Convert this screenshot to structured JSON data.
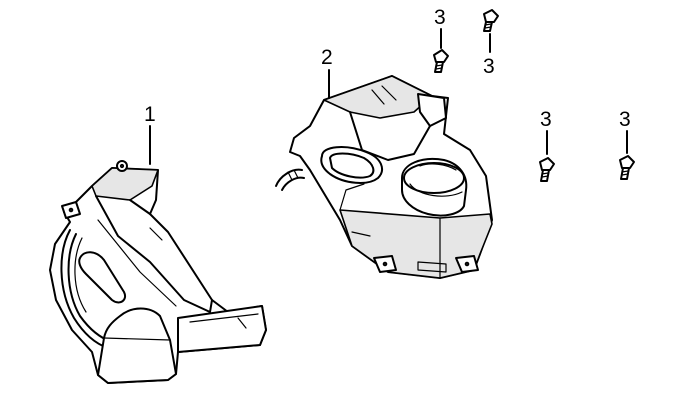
{
  "callouts": {
    "c1": "1",
    "c2": "2",
    "c3a": "3",
    "c3b": "3",
    "c3c": "3",
    "c3d": "3"
  },
  "colors": {
    "line": "#000000",
    "background": "#ffffff",
    "shade": "#e6e6e6"
  }
}
